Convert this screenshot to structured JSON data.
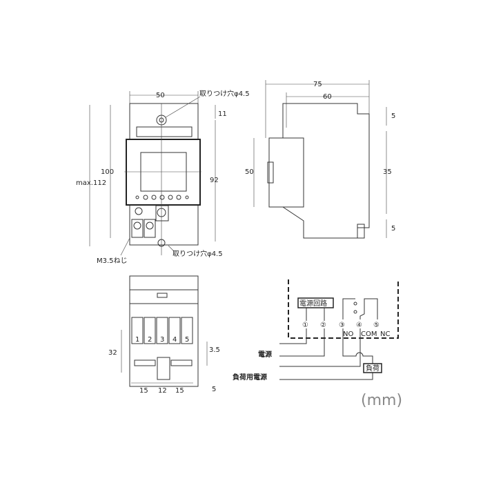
{
  "front_view": {
    "width_dim": "50",
    "mount_hole_top_label": "取りつけ穴φ4.5",
    "hole_offset_dim": "11",
    "height_dim": "100",
    "max_height_dim": "max.112",
    "hole_pitch_dim": "92",
    "mount_hole_bottom_label": "取りつけ穴φ4.5",
    "screw_label": "M3.5ねじ"
  },
  "side_view": {
    "total_depth_dim": "75",
    "body_depth_dim": "60",
    "front_height_dim": "50",
    "rail_top_dim": "5",
    "rail_width_dim": "35",
    "rail_bottom_dim": "5"
  },
  "bottom_view": {
    "terminal_height_dim": "32",
    "offset_dim": "3.5",
    "pitch_left_dim": "15",
    "pitch_center_dim": "12",
    "pitch_right_dim": "15",
    "bottom_dim": "5",
    "terminal_numbers": [
      "1",
      "2",
      "3",
      "4",
      "5"
    ]
  },
  "wiring": {
    "power_circuit_label": "電源回路",
    "terminals": [
      "①",
      "②",
      "③",
      "④",
      "⑤"
    ],
    "no_label": "NO",
    "com_label": "COM",
    "nc_label": "NC",
    "power_label": "電源",
    "load_power_label": "負荷用電源",
    "load_label": "負荷"
  },
  "unit_label": "(mm)"
}
